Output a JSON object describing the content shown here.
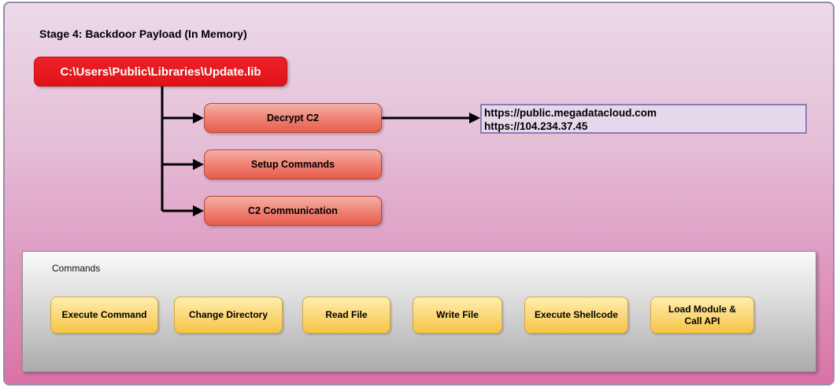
{
  "diagram": {
    "title": "Stage 4: Backdoor Payload (In Memory)",
    "payload_path": "C:\\Users\\Public\\Libraries\\Update.lib",
    "process_nodes": [
      {
        "label": "Decrypt C2"
      },
      {
        "label": "Setup Commands"
      },
      {
        "label": "C2 Communication"
      }
    ],
    "c2_servers": {
      "lines": [
        "https://public.megadatacloud.com",
        "https://104.234.37.45"
      ]
    },
    "commands_panel": {
      "label": "Commands",
      "commands": [
        "Execute Command",
        "Change Directory",
        "Read File",
        "Write File",
        "Execute Shellcode",
        "Load Module & Call API"
      ]
    },
    "colors": {
      "background_top": "#ecd9e8",
      "background_bottom": "#da72a6",
      "frame_border": "#9c8aae",
      "payload_red": "#e01217",
      "process_red_top": "#f5b0a6",
      "process_red_bottom": "#e85c4d",
      "url_box_fill": "#e5d8ea",
      "url_box_border": "#8d7bb4",
      "command_yellow_top": "#ffeeae",
      "command_yellow_bottom": "#f5c445",
      "arrow": "#000000"
    }
  }
}
